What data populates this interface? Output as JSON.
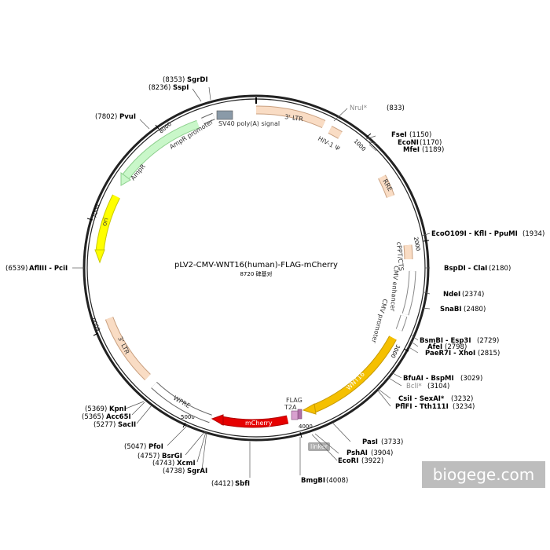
{
  "title": "pLV2-CMV-WNT16(human)-FLAG-mCherry",
  "subtitle": "8720 碑基对",
  "watermark": "biogege.com",
  "ticks": [
    "1000",
    "2000",
    "3000",
    "4000",
    "5000",
    "6000",
    "7000",
    "8000"
  ],
  "features": [
    {
      "id": "ltr3_top",
      "label": "3' LTR",
      "color": "#f9dcc4"
    },
    {
      "id": "hiv",
      "label": "HIV-1 Ψ",
      "color": "#f9dcc4"
    },
    {
      "id": "rre",
      "label": "RRE",
      "color": "#f9dcc4"
    },
    {
      "id": "cppt",
      "label": "cPPT/CTS",
      "color": "#f9dcc4"
    },
    {
      "id": "cmv_enh",
      "label": "CMV enhancer",
      "color": "#ffffff"
    },
    {
      "id": "cmv_prom",
      "label": "CMV promoter",
      "color": "#ffffff"
    },
    {
      "id": "wnt16",
      "label": "WNT16",
      "color": "#f5c000"
    },
    {
      "id": "flag",
      "label": "FLAG",
      "color": "#b06fa8"
    },
    {
      "id": "t2a",
      "label": "T2A",
      "color": "#d8a0cf"
    },
    {
      "id": "mcherry",
      "label": "mCherry",
      "color": "#e60000"
    },
    {
      "id": "linker",
      "label": "linker",
      "color": "#aaaaaa"
    },
    {
      "id": "wpre",
      "label": "WPRE",
      "color": "#ffffff"
    },
    {
      "id": "ltr3_left",
      "label": "3' LTR",
      "color": "#f9dcc4"
    },
    {
      "id": "ori",
      "label": "ori",
      "color": "#ffff00"
    },
    {
      "id": "ampr",
      "label": "AmpR",
      "color": "#c9f7c9"
    },
    {
      "id": "ampr_prom",
      "label": "AmpR promoter",
      "color": "#ffffff"
    },
    {
      "id": "sv40",
      "label": "SV40 poly(A) signal",
      "color": "#8a9aa8"
    }
  ],
  "sites": [
    {
      "name": "SgrDI",
      "pos": "(8353)"
    },
    {
      "name": "SspI",
      "pos": "(8236)"
    },
    {
      "name": "PvuI",
      "pos": "(7802)"
    },
    {
      "name": "NruI*",
      "pos": "(833)"
    },
    {
      "name": "FseI",
      "pos": "(1150)"
    },
    {
      "name": "EcoNI",
      "pos": "(1170)"
    },
    {
      "name": "MfeI",
      "pos": "(1189)"
    },
    {
      "name": "EcoO109I - KflI - PpuMI",
      "pos": "(1934)"
    },
    {
      "name": "BspDI - ClaI",
      "pos": "(2180)"
    },
    {
      "name": "NdeI",
      "pos": "(2374)"
    },
    {
      "name": "SnaBI",
      "pos": "(2480)"
    },
    {
      "name": "BsmBI - Esp3I",
      "pos": "(2729)"
    },
    {
      "name": "AfeI",
      "pos": "(2798)"
    },
    {
      "name": "PaeR7I - XhoI",
      "pos": "(2815)"
    },
    {
      "name": "BfuAI - BspMI",
      "pos": "(3029)"
    },
    {
      "name": "BclI*",
      "pos": "(3104)"
    },
    {
      "name": "CsiI - SexAI*",
      "pos": "(3232)"
    },
    {
      "name": "PflFI - Tth111I",
      "pos": "(3234)"
    },
    {
      "name": "PasI",
      "pos": "(3733)"
    },
    {
      "name": "PshAI",
      "pos": "(3904)"
    },
    {
      "name": "EcoRI",
      "pos": "(3922)"
    },
    {
      "name": "BmgBI",
      "pos": "(4008)"
    },
    {
      "name": "SbfI",
      "pos": "(4412)"
    },
    {
      "name": "SgrAI",
      "pos": "(4738)"
    },
    {
      "name": "XcmI",
      "pos": "(4743)"
    },
    {
      "name": "BsrGI",
      "pos": "(4757)"
    },
    {
      "name": "PfoI",
      "pos": "(5047)"
    },
    {
      "name": "SacII",
      "pos": "(5277)"
    },
    {
      "name": "Acc65I",
      "pos": "(5365)"
    },
    {
      "name": "KpnI",
      "pos": "(5369)"
    },
    {
      "name": "AflIII - PciI",
      "pos": "(6539)"
    }
  ]
}
